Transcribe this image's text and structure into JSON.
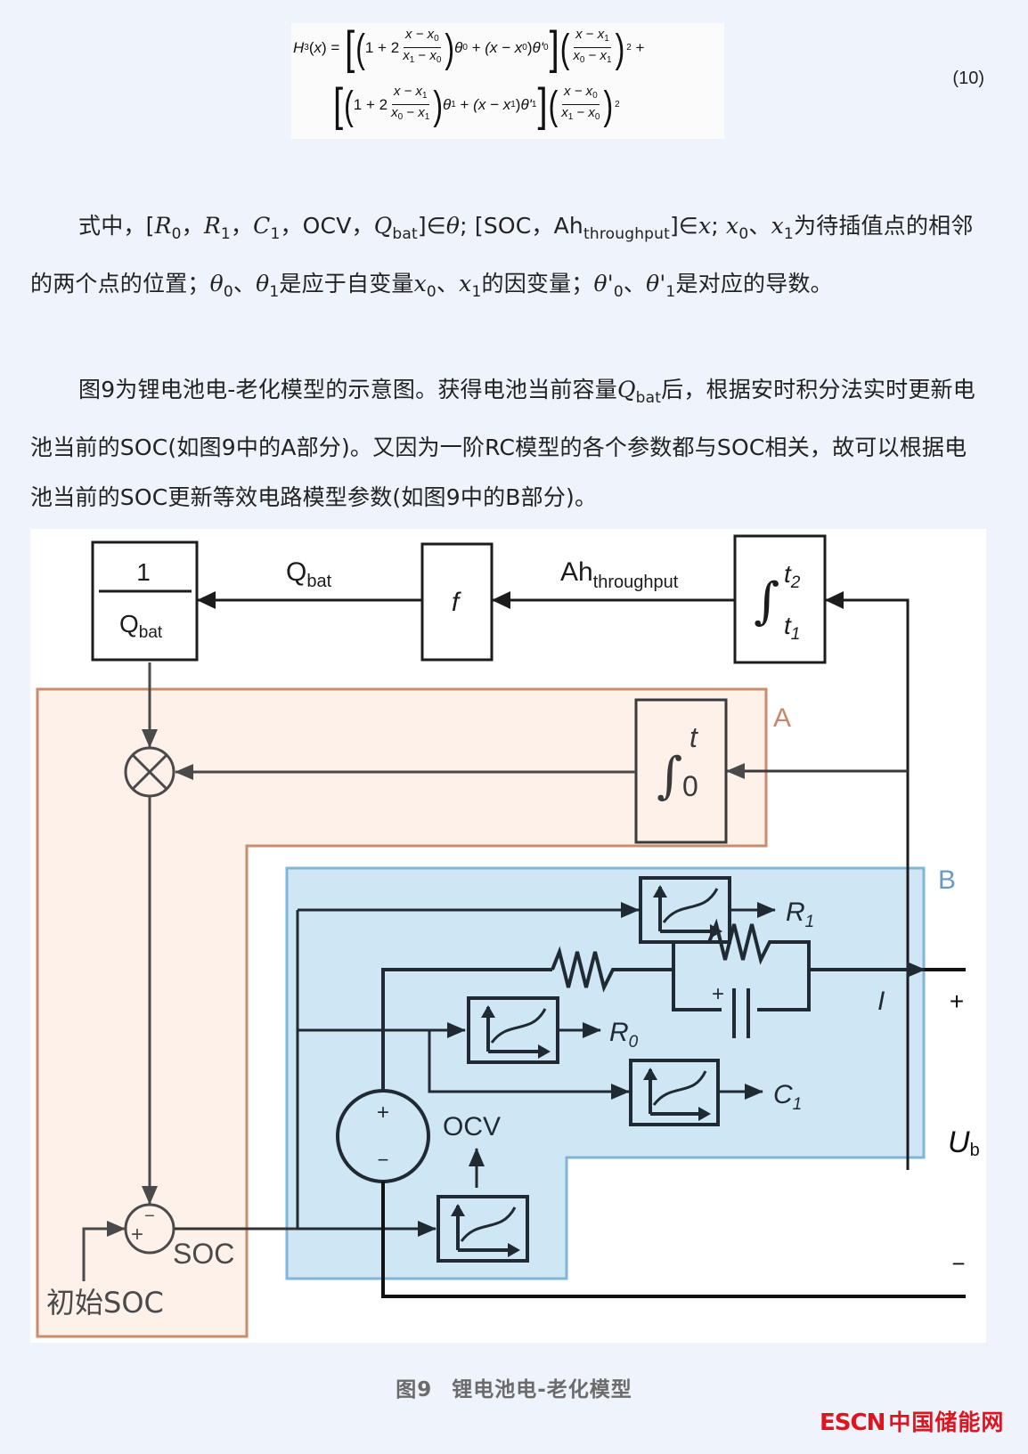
{
  "equation": {
    "lhs": "H",
    "lhs_sub": "3",
    "var": "x",
    "line1": {
      "one": "1",
      "plus": "+",
      "two": "2",
      "frac1_num": "x − x",
      "frac1_num_sub": "0",
      "frac1_den_a": "x",
      "frac1_den_a_sub": "1",
      "frac1_den_b": "x",
      "frac1_den_b_sub": "0",
      "theta": "θ",
      "theta_sub": "0",
      "paren_term": "(x − x",
      "paren_term_sub": "0",
      "theta_prime": "θ'",
      "theta_prime_sub": "0",
      "frac2_num_a": "x",
      "frac2_num_b": "x",
      "frac2_num_b_sub": "1",
      "frac2_den_a": "x",
      "frac2_den_a_sub": "0",
      "frac2_den_b": "x",
      "frac2_den_b_sub": "1",
      "power": "2",
      "trailing_plus": "+"
    },
    "line2": {
      "one": "1",
      "two": "2",
      "frac1_num_sub": "1",
      "frac1_den_a_sub": "0",
      "frac1_den_b_sub": "1",
      "theta_sub": "1",
      "paren_term_sub": "1",
      "theta_prime_sub": "1",
      "frac2_num_b_sub": "0",
      "frac2_den_a_sub": "1",
      "frac2_den_b_sub": "0",
      "power": "2"
    },
    "number": "(10)"
  },
  "paragraph1": {
    "t1": "式中，[",
    "R0": "R",
    "R0_sub": "0",
    "sep1": "，",
    "R1": "R",
    "R1_sub": "1",
    "sep2": "，",
    "C1": "C",
    "C1_sub": "1",
    "t2": "，OCV，",
    "Q": "Q",
    "Q_sub": "bat",
    "t3": "]∈",
    "theta": "θ",
    "t4": "; [SOC，Ah",
    "ah_sub": "throughput",
    "t5": "]∈",
    "x": "x",
    "t6": "; ",
    "x0": "x",
    "x0_sub": "0",
    "t7": "、",
    "x1": "x",
    "x1_sub": "1",
    "t8": "为待插值点的相邻的两个点的位置；",
    "th0": "θ",
    "th0_sub": "0",
    "t9": "、",
    "th1": "θ",
    "th1_sub": "1",
    "t10": "是应于自变量",
    "xx0": "x",
    "xx0_sub": "0",
    "t11": "、",
    "xx1": "x",
    "xx1_sub": "1",
    "t12": "的因变量；",
    "thp0": "θ'",
    "thp0_sub": "0",
    "t13": "、",
    "thp1": "θ'",
    "thp1_sub": "1",
    "t14": "是对应的导数。"
  },
  "paragraph2": {
    "t1": "图9为锂电池电-老化模型的示意图。获得电池当前容量",
    "Q": "Q",
    "Q_sub": "bat",
    "t2": "后，根据安时积分法实时更新电池当前的SOC(如图9中的A部分)。又因为一阶RC模型的各个参数都与SOC相关，故可以根据电池当前的SOC更新等效电路模型参数(如图9中的B部分)。"
  },
  "figure": {
    "colors": {
      "region_a_fill": "#fdf1ea",
      "region_a_stroke": "#c98c6c",
      "region_b_fill": "#cfe6f4",
      "region_b_stroke": "#7fb6d9",
      "line_dark": "#1f2a33",
      "line_grey": "#4a4a4a",
      "label_a": "#c9876a",
      "label_b": "#6a9cc3"
    },
    "inverse_block": {
      "numerator": "1",
      "denominator": "Q",
      "denominator_sub": "bat"
    },
    "q_bat_label": {
      "main": "Q",
      "sub": "bat"
    },
    "f_block": "f",
    "ah_label": {
      "main": "Ah",
      "sub": "throughput"
    },
    "integral_t1_t2": {
      "upper": "t",
      "upper_sub": "2",
      "lower": "t",
      "lower_sub": "1",
      "symbol": "∫"
    },
    "integral_0_t": {
      "upper": "t",
      "lower": "0",
      "symbol": "∫"
    },
    "multiplier_symbol": "⊗",
    "region_a_label": "A",
    "region_b_label": "B",
    "r1_label": {
      "main": "R",
      "sub": "1"
    },
    "r0_label": {
      "main": "R",
      "sub": "0"
    },
    "c1_label": {
      "main": "C",
      "sub": "1"
    },
    "current_label": "I",
    "ocv_label": "OCV",
    "source_plus": "+",
    "source_minus": "−",
    "cap_plus": "+",
    "terminal_plus": "+",
    "terminal_minus": "−",
    "ub_label": {
      "main": "U",
      "sub": "b"
    },
    "sum_plus": "+",
    "sum_minus": "−",
    "soc_label": "SOC",
    "initial_soc_label": "初始SOC"
  },
  "caption": {
    "fig": "图9",
    "title": "锂电池电-老化模型"
  },
  "watermark": {
    "latin": "ESCN",
    "cn": "中国储能网",
    "color": "#e0141e"
  }
}
